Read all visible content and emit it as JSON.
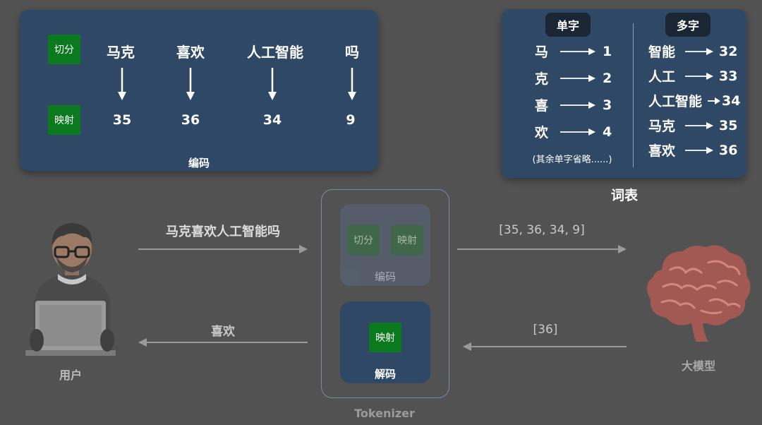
{
  "encode_panel": {
    "tag_split": "切分",
    "tag_map": "映射",
    "tokens": [
      "马克",
      "喜欢",
      "人工智能",
      "吗"
    ],
    "ids": [
      "35",
      "36",
      "34",
      "9"
    ],
    "caption": "编码"
  },
  "vocab_panel": {
    "single_header": "单字",
    "multi_header": "多字",
    "single": [
      {
        "k": "马",
        "v": "1"
      },
      {
        "k": "克",
        "v": "2"
      },
      {
        "k": "喜",
        "v": "3"
      },
      {
        "k": "欢",
        "v": "4"
      }
    ],
    "note": "(其余单字省略......)",
    "multi": [
      {
        "k": "智能",
        "v": "32"
      },
      {
        "k": "人工",
        "v": "33"
      },
      {
        "k": "人工智能",
        "v": "34"
      },
      {
        "k": "马克",
        "v": "35"
      },
      {
        "k": "喜欢",
        "v": "36"
      }
    ],
    "caption": "词表"
  },
  "flow": {
    "user_label": "用户",
    "input_text": "马克喜欢人工智能吗",
    "output_text": "喜欢",
    "ids_out": "[35, 36, 34, 9]",
    "ids_in": "[36]",
    "model_label": "大模型",
    "tokenizer_label": "Tokenizer",
    "encode_caption": "编码",
    "encode_split": "切分",
    "encode_map": "映射",
    "decode_caption": "解码",
    "decode_map": "映射"
  }
}
